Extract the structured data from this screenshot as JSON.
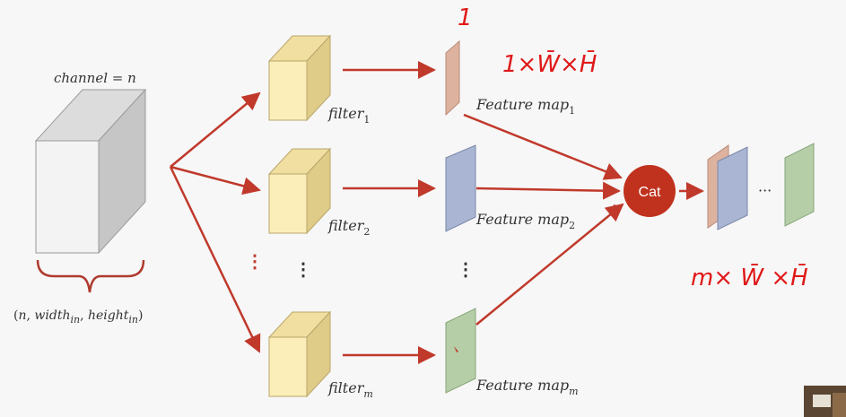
{
  "diagram": {
    "input_label": {
      "prefix": "channel",
      "eq": " = ",
      "value": "n"
    },
    "input_dims": {
      "n": "n",
      "width": "width",
      "width_sub": "in",
      "height": "height",
      "height_sub": "in"
    },
    "filters": [
      {
        "name": "filter",
        "sub": "1"
      },
      {
        "name": "filter",
        "sub": "2"
      },
      {
        "name": "filter",
        "sub": "m"
      }
    ],
    "feature_maps": [
      {
        "name": "Feature map",
        "sub": "1"
      },
      {
        "name": "Feature map",
        "sub": "2"
      },
      {
        "name": "Feature map",
        "sub": "m"
      }
    ],
    "ellipsis_vertical": "⋮",
    "ellipsis_horizontal": "···",
    "cat_label": "Cat",
    "annotations": {
      "depth_one": "1",
      "single_dims": "1×W̄×H̄",
      "stacked_dims": "m× W̄ ×H̄"
    },
    "colors": {
      "arrow": "#c0392b",
      "cat_fill": "#c0321e",
      "cube_front": "#f3f3f3",
      "cube_top": "#dcdcdc",
      "cube_side": "#c6c6c6",
      "filter_front": "#fbeeb9",
      "filter_side": "#e0cc89",
      "map_peach": "#ddb3a0",
      "map_blue": "#a9b5d2",
      "map_green": "#b5cea8",
      "handwriting": "#e01818"
    }
  }
}
